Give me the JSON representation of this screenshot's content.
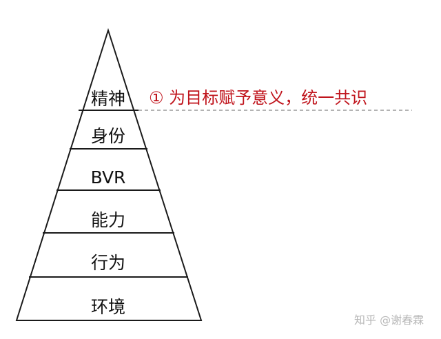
{
  "pyramid": {
    "levels": [
      {
        "label": "精神"
      },
      {
        "label": "身份"
      },
      {
        "label": "BVR"
      },
      {
        "label": "能力"
      },
      {
        "label": "行为"
      },
      {
        "label": "环境"
      }
    ]
  },
  "annotation": {
    "text": "① 为目标赋予意义，统一共识",
    "color": "#c0141c"
  },
  "watermark": {
    "text": "知乎 @谢春霖"
  },
  "colors": {
    "outline": "#1a1a1a",
    "dashed_line": "#9a9a9a",
    "label": "#111111"
  }
}
